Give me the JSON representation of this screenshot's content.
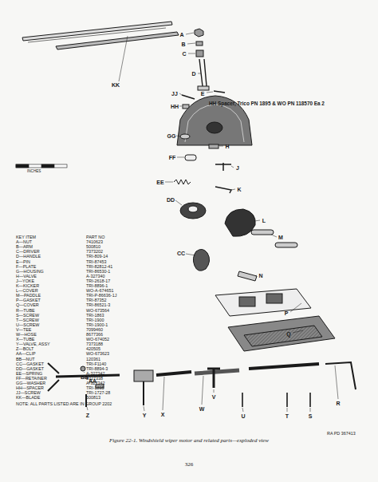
{
  "diagram": {
    "caption": "Figure 22-1. Windshield wiper motor and related parts—exploded view",
    "labels": [
      "A",
      "B",
      "C",
      "D",
      "E",
      "KK",
      "JJ",
      "HH",
      "GG",
      "H",
      "FF",
      "J",
      "EE",
      "K",
      "DD",
      "L",
      "M",
      "CC",
      "N",
      "P",
      "Q",
      "BB",
      "AA",
      "Z",
      "Y",
      "X",
      "W",
      "V",
      "U",
      "T",
      "S",
      "R",
      "HH Spacer, Trico PN 1895 & WO PN 118570 Ea 2",
      "KEY ITEM",
      "PART NO",
      "A—NUT",
      "7410623",
      "B—ARM",
      "500810",
      "C—DRIVER",
      "7373202",
      "D—HANDLE",
      "TRI-809-14",
      "E—PIN",
      "TRI-87453",
      "F—PLATE",
      "TRI-82812-41",
      "G—HOUSING",
      "TRI-86530-1",
      "H—VALVE",
      "A-327340",
      "J—YOKE",
      "TRI-2618-17",
      "K—KICKER",
      "TRI-8896-1",
      "L—COVER",
      "WO-A-674651",
      "M—PADDLE",
      "TRI-P-86636-1J",
      "P—GASKET",
      "TRI-87352",
      "Q—COVER",
      "TRI-86521-3",
      "R—TUBE",
      "WO-673564",
      "S—SCREW",
      "TRI-1863",
      "T—SCREW",
      "TRI-1900",
      "U—SCREW",
      "TRI-1900-1",
      "V—TEE",
      "7099460",
      "W—HOSE",
      "8677366",
      "X—TUBE",
      "WO-674052",
      "Y—VALVE, ASSY",
      "7373188",
      "Z—BOLT",
      "420505",
      "AA—CLIP",
      "WO-673623",
      "BB—NUT",
      "120361",
      "CC—GASKET",
      "TRI-F1140",
      "DD—GASKET",
      "TRI-8894-3",
      "EE—SPRING",
      "A-327342",
      "FF—RETAINER",
      "5327338",
      "GG—WASHER",
      "A-327342",
      "HH—SPACER",
      "TRI-1895",
      "JJ—SCREW",
      "TRI-1727-28",
      "KK—BLADE",
      "500813",
      "NOTE: ALL PARTS LISTED ARE IN GROUP 2202",
      "INCHES",
      "RA PD 367413",
      "326"
    ]
  }
}
